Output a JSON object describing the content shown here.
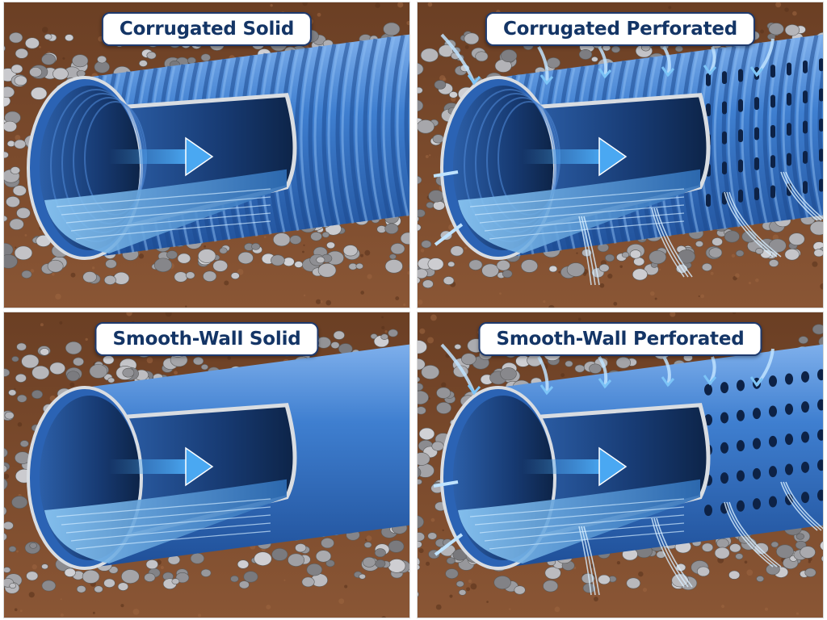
{
  "panels": [
    {
      "title": "Corrugated Solid",
      "wall": "corrugated",
      "perforated": false
    },
    {
      "title": "Corrugated Perforated",
      "wall": "corrugated",
      "perforated": true
    },
    {
      "title": "Smooth-Wall Solid",
      "wall": "smooth",
      "perforated": false
    },
    {
      "title": "Smooth-Wall Perforated",
      "wall": "smooth",
      "perforated": true
    }
  ],
  "colors": {
    "pipe_blue": "#3f7fd0",
    "pipe_dark": "#1f4f98",
    "pipe_light": "#7fb0ec",
    "cut_edge": "#d9dde2",
    "water": "#5fa9e6",
    "soil": "#7a4a2c",
    "gravel": "#9a9a9a",
    "title_text": "#143566"
  },
  "icons": [
    "flow-arrow-icon",
    "water-jet-icon"
  ]
}
